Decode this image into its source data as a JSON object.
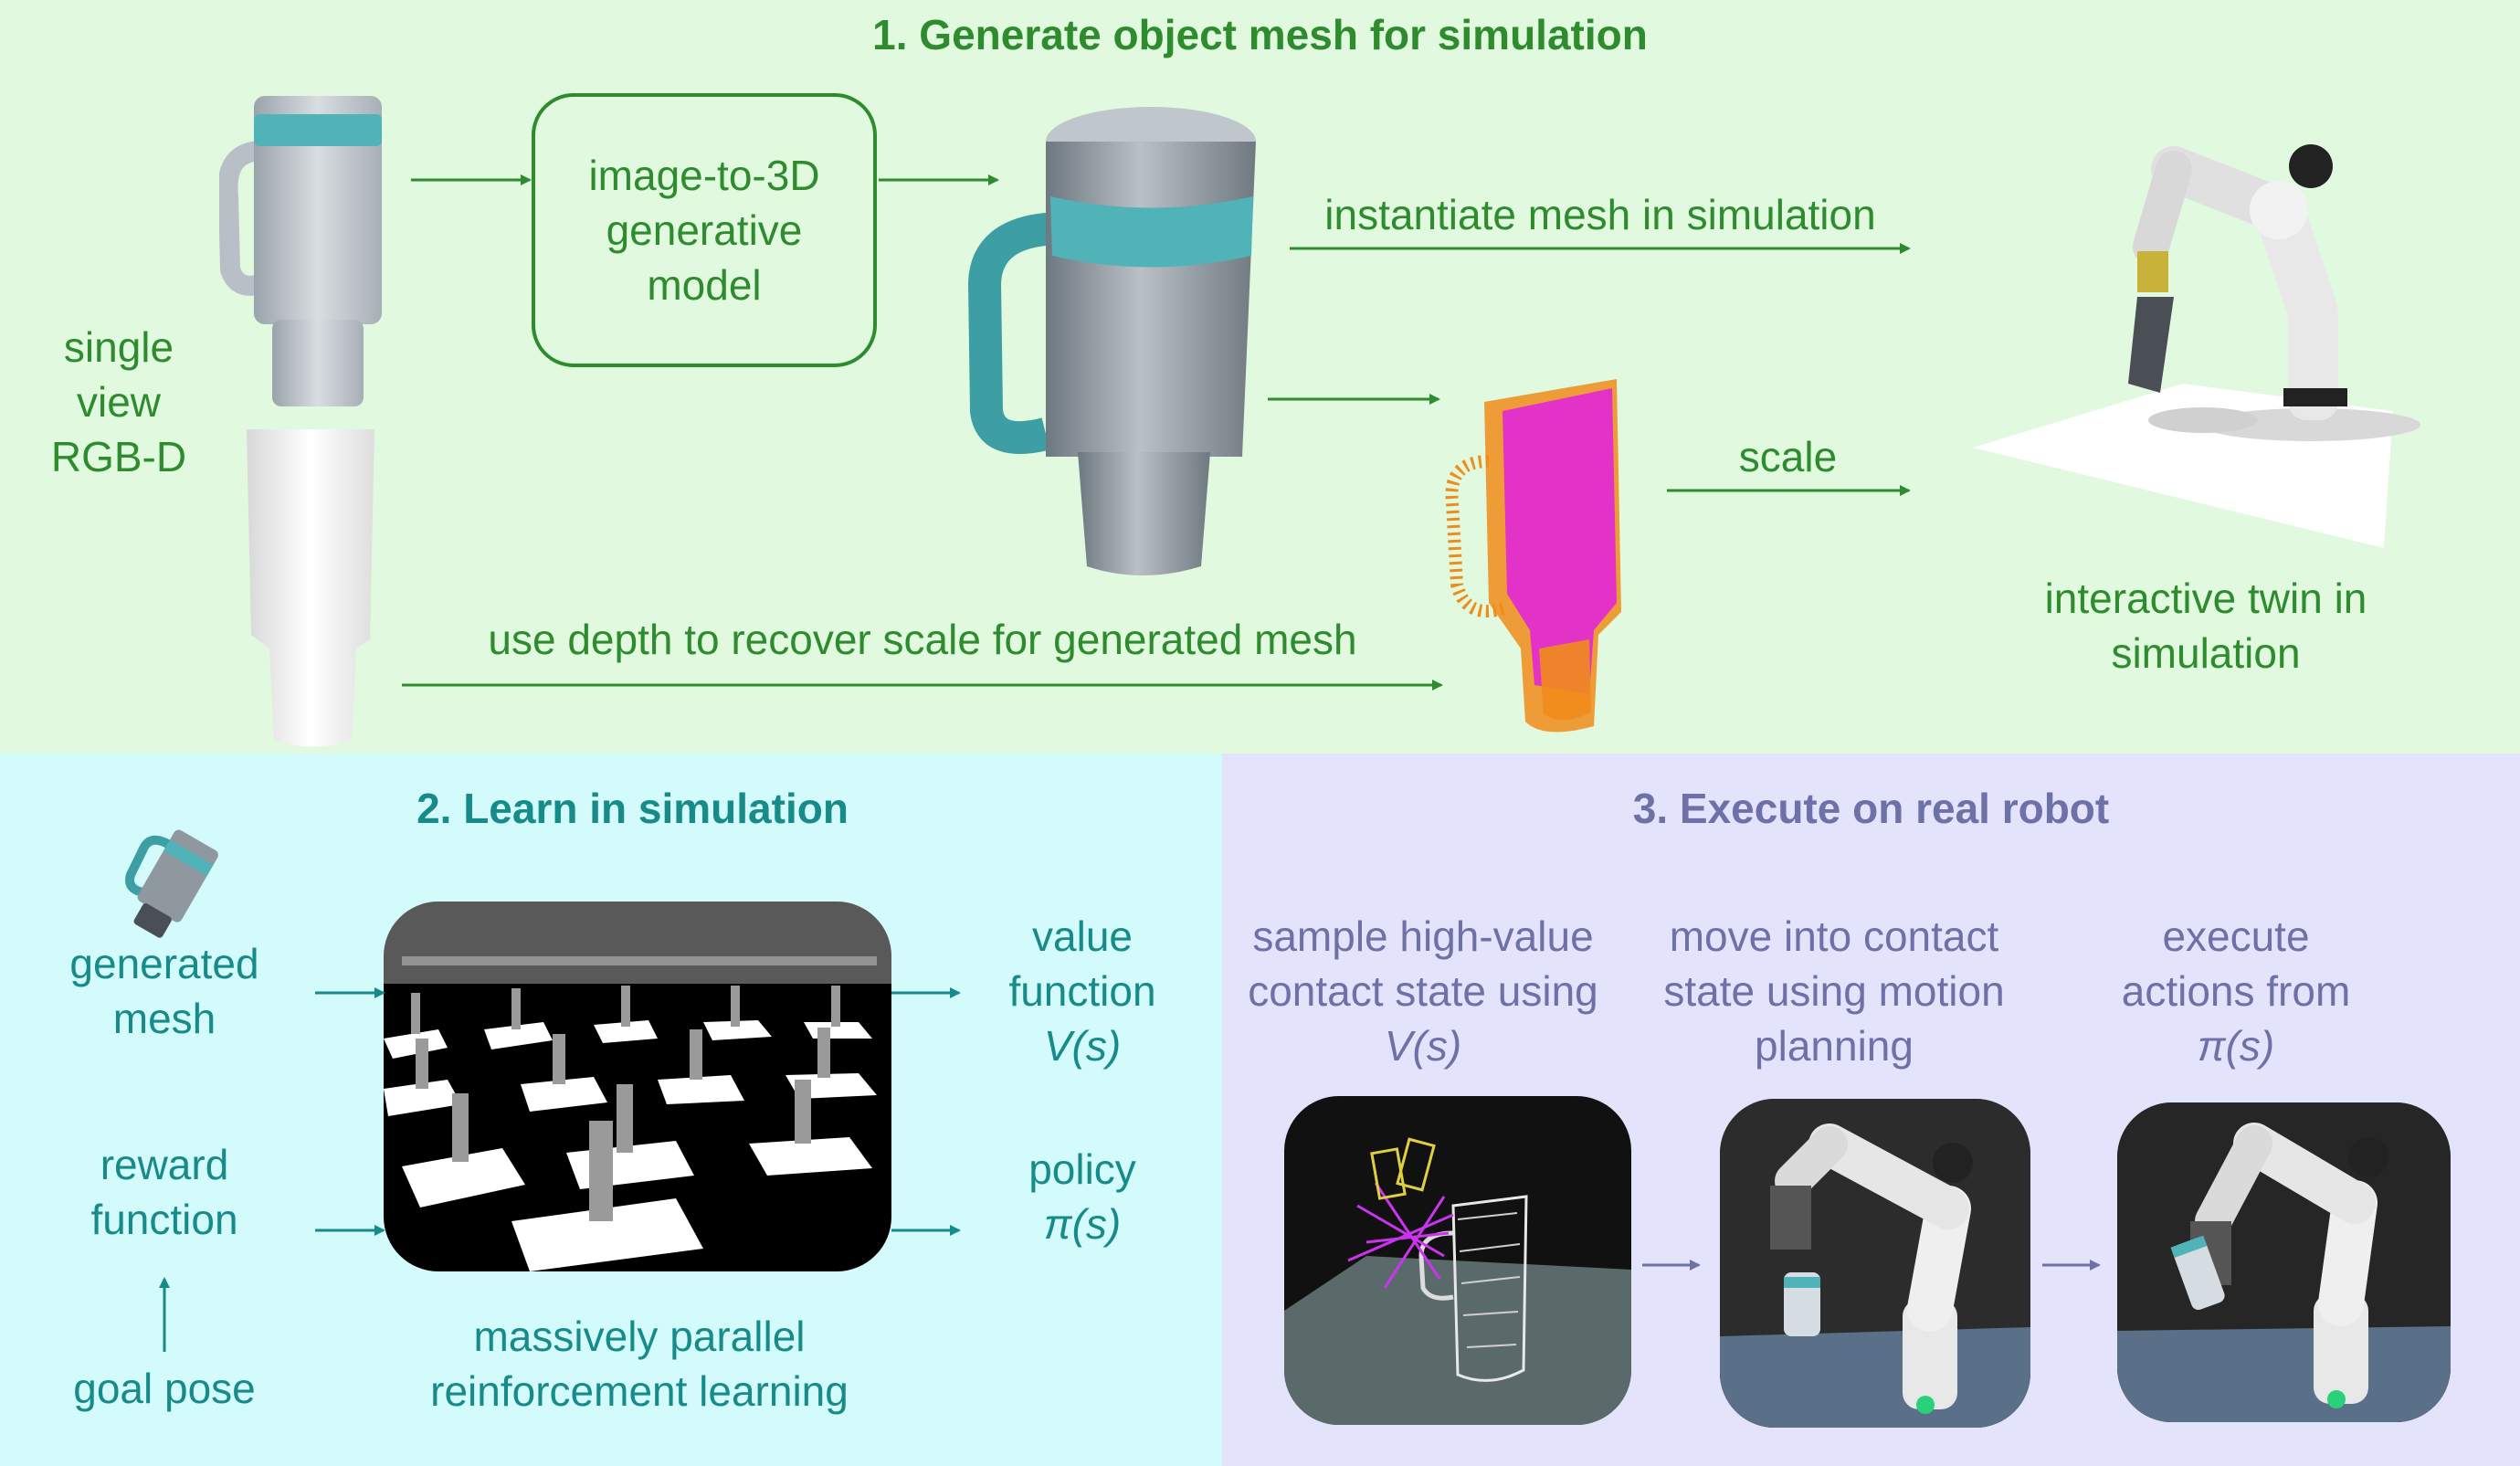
{
  "section1": {
    "title": "1. Generate object mesh for simulation",
    "input_label": [
      "single",
      "view",
      "RGB-D"
    ],
    "model_box": [
      "image-to-3D",
      "generative",
      "model"
    ],
    "instantiate_label": "instantiate mesh in simulation",
    "scale_label": "scale",
    "depth_label": "use depth to recover scale for generated mesh",
    "twin_label": [
      "interactive twin in",
      "simulation"
    ]
  },
  "section2": {
    "title": "2. Learn in simulation",
    "mesh_label": [
      "generated",
      "mesh"
    ],
    "reward_label": [
      "reward",
      "function"
    ],
    "goal_label": "goal pose",
    "rl_label": [
      "massively parallel",
      "reinforcement learning"
    ],
    "value_label": [
      "value",
      "function",
      "V(s)"
    ],
    "policy_label": [
      "policy",
      "π(s)"
    ]
  },
  "section3": {
    "title": "3. Execute on real robot",
    "step1": [
      "sample high-value",
      "contact state using",
      "V(s)"
    ],
    "step2": [
      "move into contact",
      "state using motion",
      "planning"
    ],
    "step3": [
      "execute",
      "actions from",
      "π(s)"
    ]
  },
  "colors": {
    "section1_bg": "#e1f9de",
    "section1_text": "#2e8b2e",
    "section2_bg": "#d4fbfb",
    "section2_text": "#178a8a",
    "section3_bg": "#e3e4fb",
    "section3_text": "#6e70a8",
    "mug_accent": "#4fb3b8",
    "pointcloud_orange": "#f08c1a",
    "pointcloud_magenta": "#e020e0"
  }
}
